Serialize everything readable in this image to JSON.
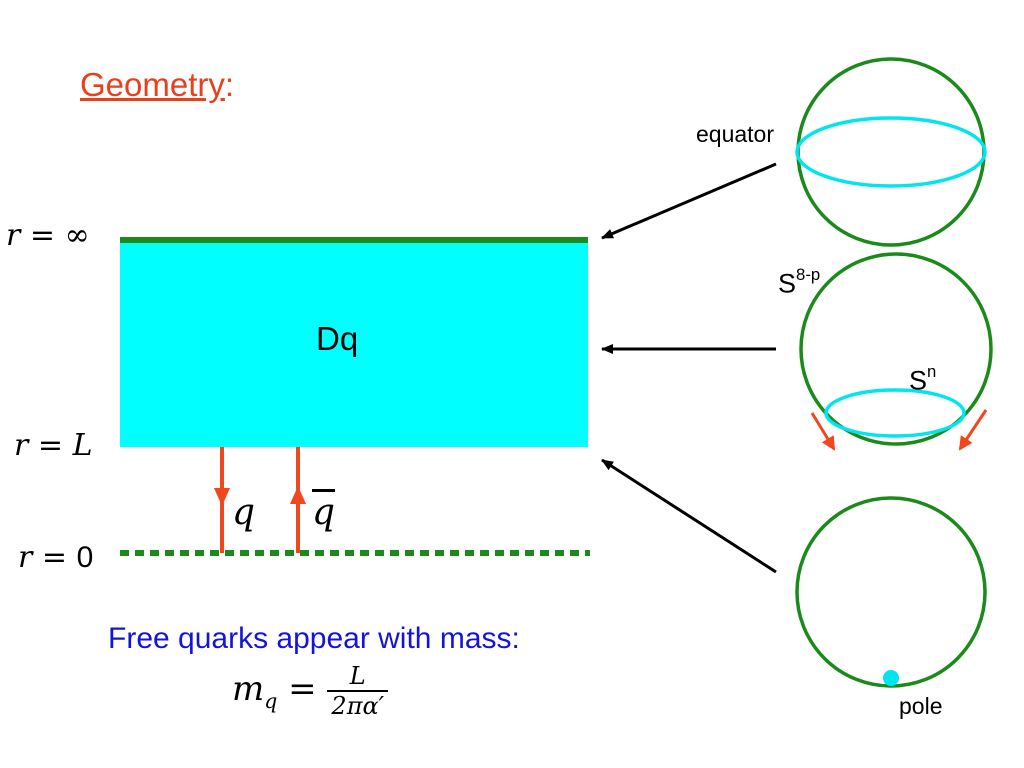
{
  "title": {
    "text": "Geometry",
    "suffix": ":"
  },
  "radial_labels": {
    "r_inf_lhs": "r",
    "r_inf_eq": " = ",
    "r_inf_val": "∞",
    "r_L_lhs": "r",
    "r_L_eq": " = ",
    "r_L_val": "L",
    "r_0_lhs": "r",
    "r_0_eq": " = ",
    "r_0_val": "0"
  },
  "slab_label": "Dq",
  "quark_labels": {
    "q": "q",
    "qbar": "q"
  },
  "sphere_labels": {
    "equator": "equator",
    "s8p_base": "S",
    "s8p_sup": "8-p",
    "sn_base": "S",
    "sn_sup": "n",
    "pole": "pole"
  },
  "caption": "Free quarks appear with mass:",
  "formula": {
    "lhs": "m",
    "lhs_sub": "q",
    "eq": " = ",
    "num": "L",
    "den": "2πα′"
  },
  "colors": {
    "green": "#1a8a1a",
    "cyan": "#00ffff",
    "orange": "#f0481c",
    "blue": "#1414d8",
    "title": "#e8401c"
  }
}
